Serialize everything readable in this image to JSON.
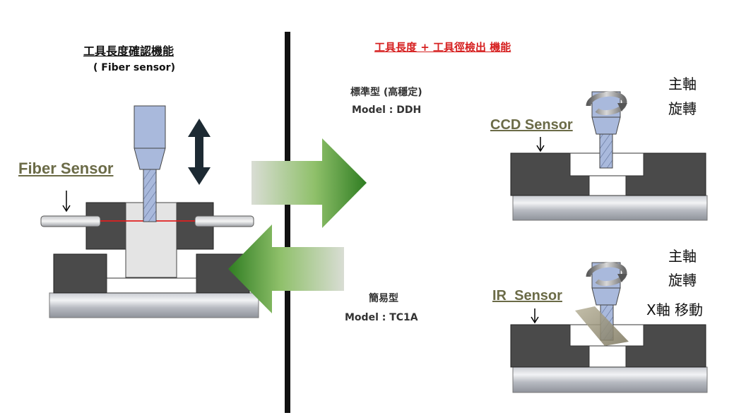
{
  "left": {
    "title": "工具長度確認機能",
    "subtitle": "( Fiber sensor)",
    "sensor_label": "Fiber Sensor"
  },
  "right": {
    "title": "工具長度 + 工具徑檢出 機能",
    "standard_type": "標準型 (高穩定)",
    "standard_model": "Model : DDH",
    "simple_type": "簡易型",
    "simple_model": "Model : TC1A",
    "ccd_label": "CCD Sensor",
    "ir_label": "IR  Sensor",
    "spindle_top_1": "主軸",
    "spindle_top_2": "旋轉",
    "spindle_bottom_1": "主軸",
    "spindle_bottom_2": "旋轉",
    "x_axis_move": "X軸 移動"
  },
  "colors": {
    "tool_blue": "#a9b9dc",
    "block_dark": "#4a4a4a",
    "block_light": "#e4e4e4",
    "arrow_green": "#3e8f2a",
    "beam_red": "#e02020",
    "title_red": "#d62020",
    "label_olive": "#6b6b47"
  }
}
